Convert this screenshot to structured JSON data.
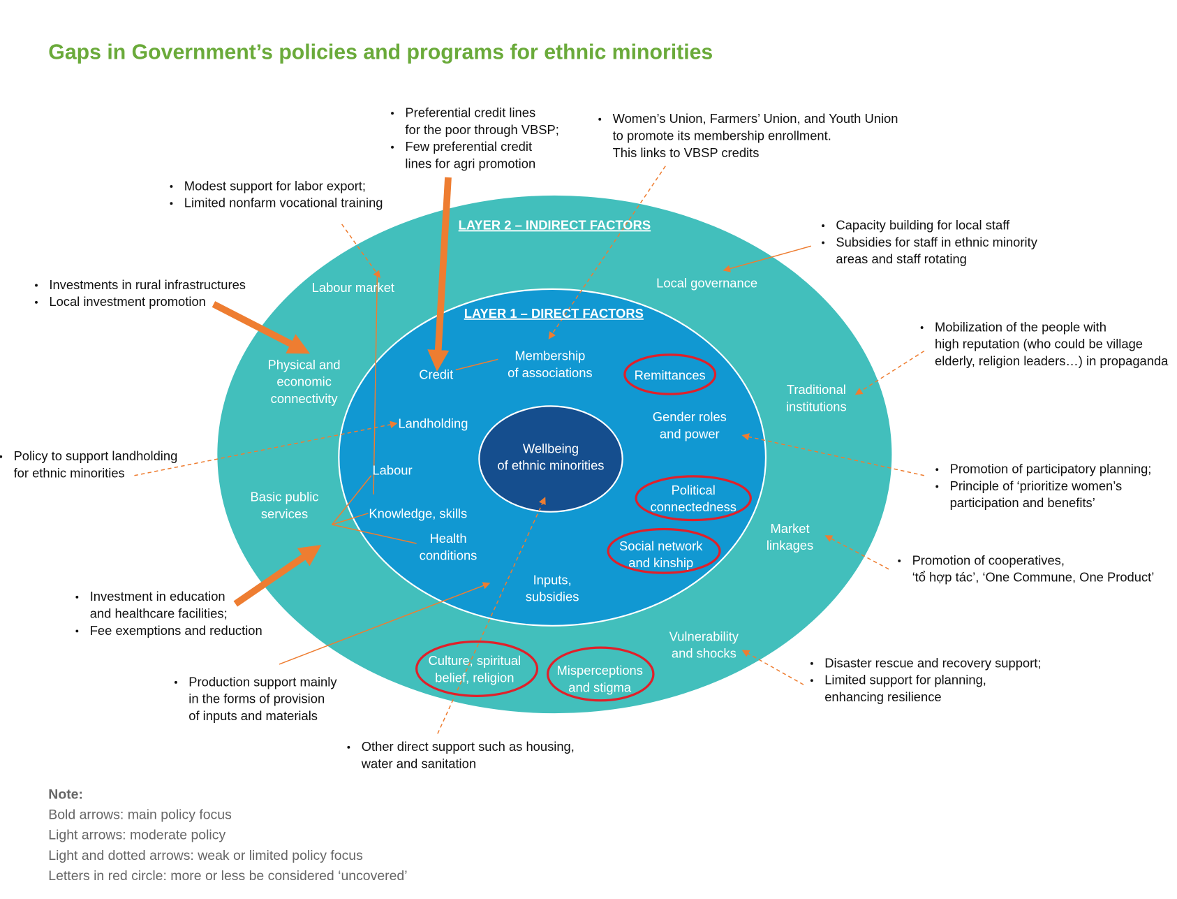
{
  "title": "Gaps in Government’s policies and programs for ethnic minorities",
  "colors": {
    "title": "#6aaa3a",
    "outer": "#42bfbc",
    "inner": "#1198d2",
    "core": "#154e8e",
    "arrow": "#ee7d31",
    "uncovered": "#e0202a"
  },
  "layer2": {
    "title": "LAYER 2 – INDIRECT FACTORS",
    "labour_market": [
      "Labour market"
    ],
    "local_governance": [
      "Local governance"
    ],
    "physical": [
      "Physical and",
      "economic",
      "connectivity"
    ],
    "traditional": [
      "Traditional",
      "institutions"
    ],
    "basic_services": [
      "Basic public",
      "services"
    ],
    "market": [
      "Market",
      "linkages"
    ],
    "vulnerability": [
      "Vulnerability",
      "and shocks"
    ],
    "culture": [
      "Culture, spiritual",
      "belief, religion"
    ],
    "misperceptions": [
      "Misperceptions",
      "and stigma"
    ]
  },
  "layer1": {
    "title": "LAYER 1 – DIRECT FACTORS",
    "credit": [
      "Credit"
    ],
    "membership": [
      "Membership",
      "of associations"
    ],
    "remittances": [
      "Remittances"
    ],
    "gender": [
      "Gender roles",
      "and power"
    ],
    "landholding": [
      "Landholding"
    ],
    "labour": [
      "Labour"
    ],
    "political": [
      "Political",
      "connectedness"
    ],
    "knowledge": [
      "Knowledge, skills"
    ],
    "health": [
      "Health",
      "conditions"
    ],
    "social": [
      "Social network",
      "and kinship"
    ],
    "inputs": [
      "Inputs,",
      "subsidies"
    ]
  },
  "core": [
    "Wellbeing",
    "of ethnic minorities"
  ],
  "annotations": {
    "credit_policy": [
      "Preferential credit lines",
      "for the poor through VBSP;",
      "Few preferential credit",
      "lines for agri promotion"
    ],
    "unions": [
      "Women’s Union, Farmers’ Union, and Youth Union",
      "to promote its membership enrollment.",
      "This links to VBSP credits"
    ],
    "labour": [
      "Modest support for labor export;",
      "Limited nonfarm vocational training"
    ],
    "governance": [
      "Capacity building for local staff",
      "Subsidies for staff in ethnic minority",
      "areas and staff rotating"
    ],
    "infrastructure": [
      "Investments in rural infrastructures",
      "Local investment promotion"
    ],
    "traditional": [
      "Mobilization of the people with",
      "high reputation (who could be village",
      "elderly, religion leaders…) in propaganda"
    ],
    "landholding": [
      "Policy to support landholding",
      "for ethnic minorities"
    ],
    "gender": [
      "Promotion of participatory planning;",
      "Principle of ‘prioritize women’s",
      "participation and benefits’"
    ],
    "market": [
      "Promotion of cooperatives,",
      "‘tổ hợp tác’, ‘One Commune, One Product’"
    ],
    "education": [
      "Investment in education",
      "and healthcare facilities;",
      "Fee exemptions and reduction"
    ],
    "disaster": [
      "Disaster rescue and recovery support;",
      "Limited support for planning,",
      "enhancing resilience"
    ],
    "production": [
      "Production support mainly",
      "in the forms of provision",
      "of inputs and materials"
    ],
    "housing": [
      "Other direct support such as housing,",
      "water and sanitation"
    ]
  },
  "note": {
    "heading": "Note:",
    "lines": [
      "Bold arrows: main policy focus",
      "Light arrows: moderate policy",
      "Light and dotted arrows: weak or limited policy focus",
      "Letters in red circle: more or less be considered ‘uncovered’"
    ]
  }
}
